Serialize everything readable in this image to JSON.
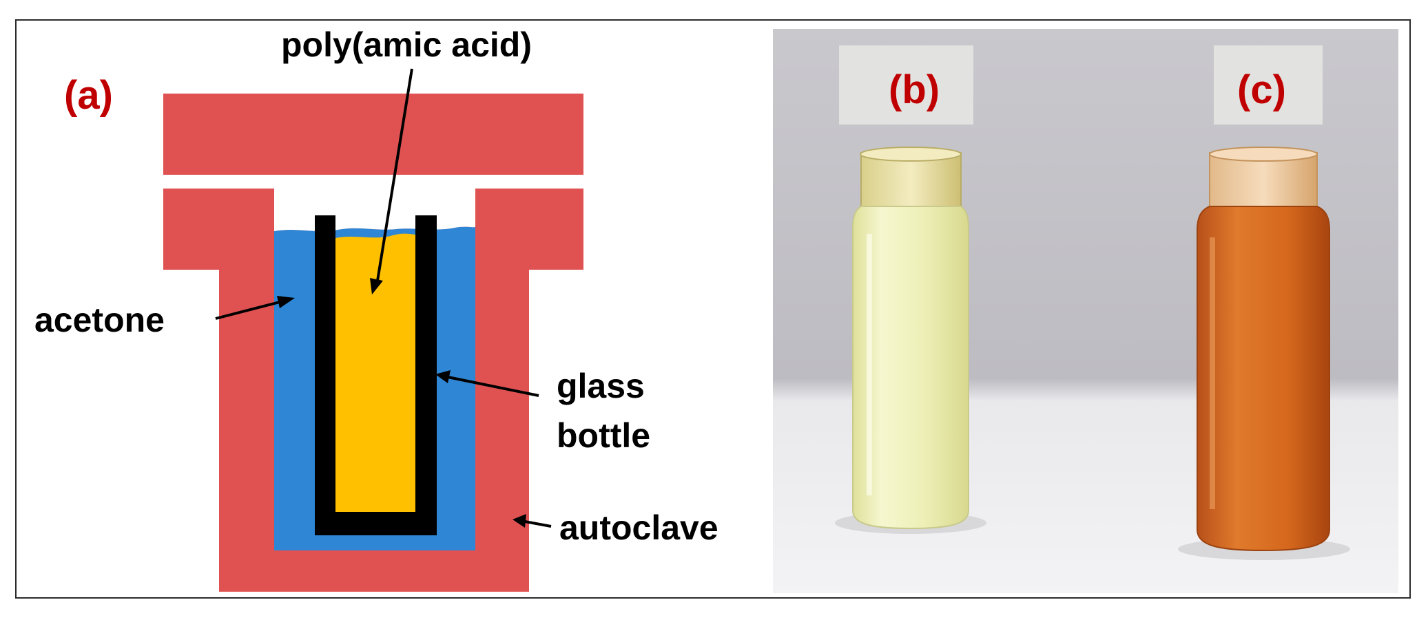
{
  "panel_a": {
    "label": "(a)",
    "annotations": {
      "poly_amic_acid": "poly(amic acid)",
      "acetone": "acetone",
      "glass_line1": "glass",
      "glass_line2": "bottle",
      "autoclave": "autoclave"
    },
    "colors": {
      "autoclave": "#E05252",
      "acetone": "#2E86D4",
      "poly_amic_acid": "#FFC000",
      "glass_bottle": "#000000",
      "label": "#C00000"
    }
  },
  "panel_b": {
    "label": "(b)",
    "vial_color": "#EEF0B8"
  },
  "panel_c": {
    "label": "(c)",
    "vial_color": "#D4671C"
  }
}
